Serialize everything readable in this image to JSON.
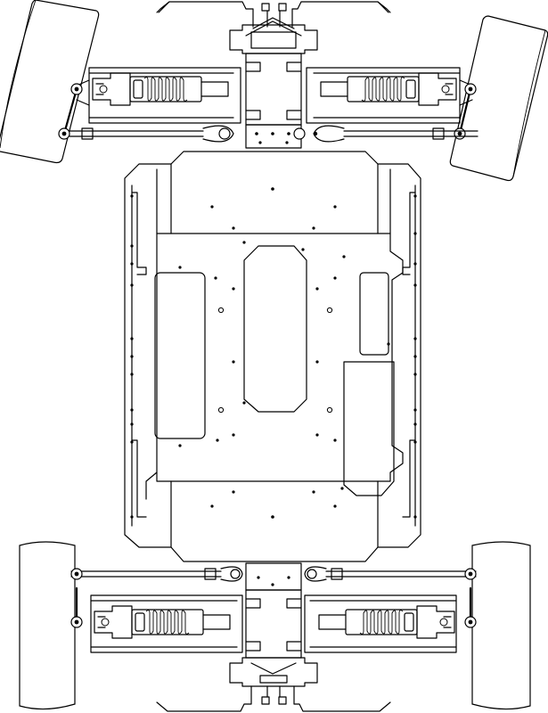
{
  "drawing": {
    "subject": "rc-buggy-chassis-top-view",
    "stroke_color": "#000000",
    "background_color": "#ffffff",
    "wheels": 4,
    "shock_absorbers": 4
  }
}
